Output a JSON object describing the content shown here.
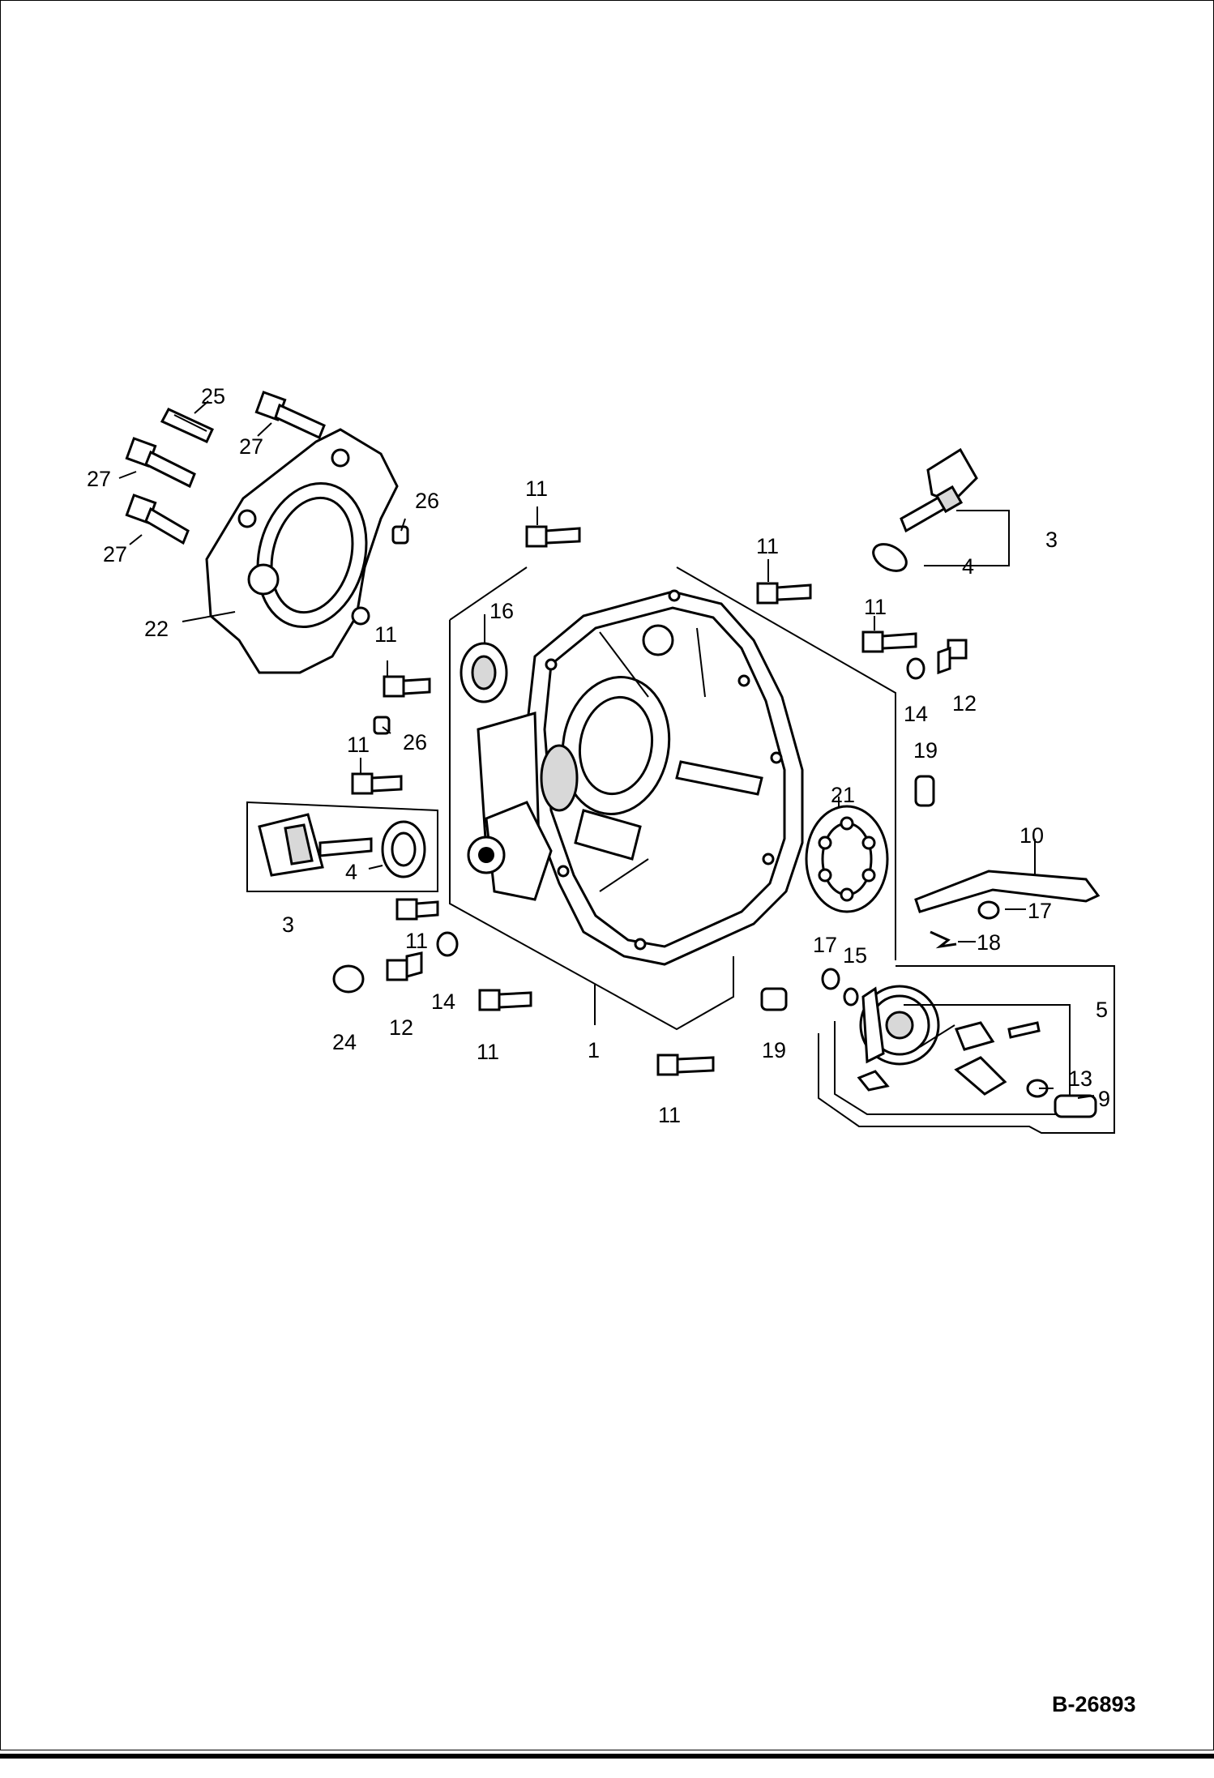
{
  "diagram": {
    "document_number": "B-26893",
    "callouts": {
      "c1": "1",
      "c3a": "3",
      "c3b": "3",
      "c4a": "4",
      "c4b": "4",
      "c5": "5",
      "c9": "9",
      "c10": "10",
      "c11a": "11",
      "c11b": "11",
      "c11c": "11",
      "c11d": "11",
      "c11e": "11",
      "c11f": "11",
      "c11g": "11",
      "c11h": "11",
      "c12a": "12",
      "c12b": "12",
      "c13": "13",
      "c14a": "14",
      "c14b": "14",
      "c15": "15",
      "c16": "16",
      "c17a": "17",
      "c17b": "17",
      "c18": "18",
      "c19a": "19",
      "c19b": "19",
      "c21": "21",
      "c22": "22",
      "c24": "24",
      "c25": "25",
      "c26a": "26",
      "c26b": "26",
      "c27a": "27",
      "c27b": "27",
      "c27c": "27"
    }
  }
}
